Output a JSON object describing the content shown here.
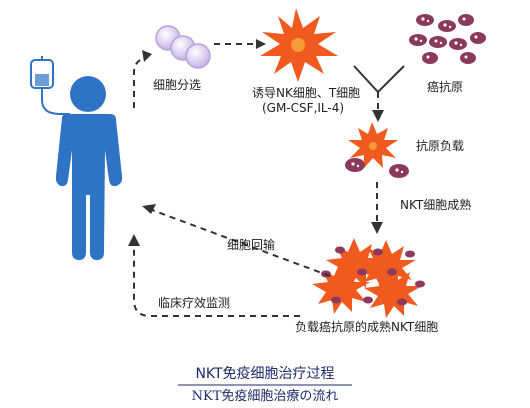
{
  "labels": {
    "cell_separation": "细胞分选",
    "induce_line1": "诱导NK细胞、T细胞",
    "induce_line2": "(GM-CSF,IL-4)",
    "cancer_antigen": "癌抗原",
    "antigen_load": "抗原负载",
    "nkt_mature": "NKT细胞成熟",
    "cell_return": "细胞回输",
    "clinical_monitor": "临床疗效监测",
    "loaded_cells": "负载癌抗原的成熟NKT细胞"
  },
  "title": {
    "main": "NKT免疫细胞治疗过程",
    "sub": "NKT免疫細胞治療の流れ"
  },
  "colors": {
    "person": "#2f73c4",
    "cell_lavender": "#cfc0ea",
    "cell_outline": "#b6a2dd",
    "burst_orange": "#f05a1e",
    "burst_yellow": "#f7c948",
    "antigen_purple": "#8c3a5c",
    "antigen_spot": "#ffffff",
    "arrow": "#333333",
    "title": "#1f2a6b"
  }
}
